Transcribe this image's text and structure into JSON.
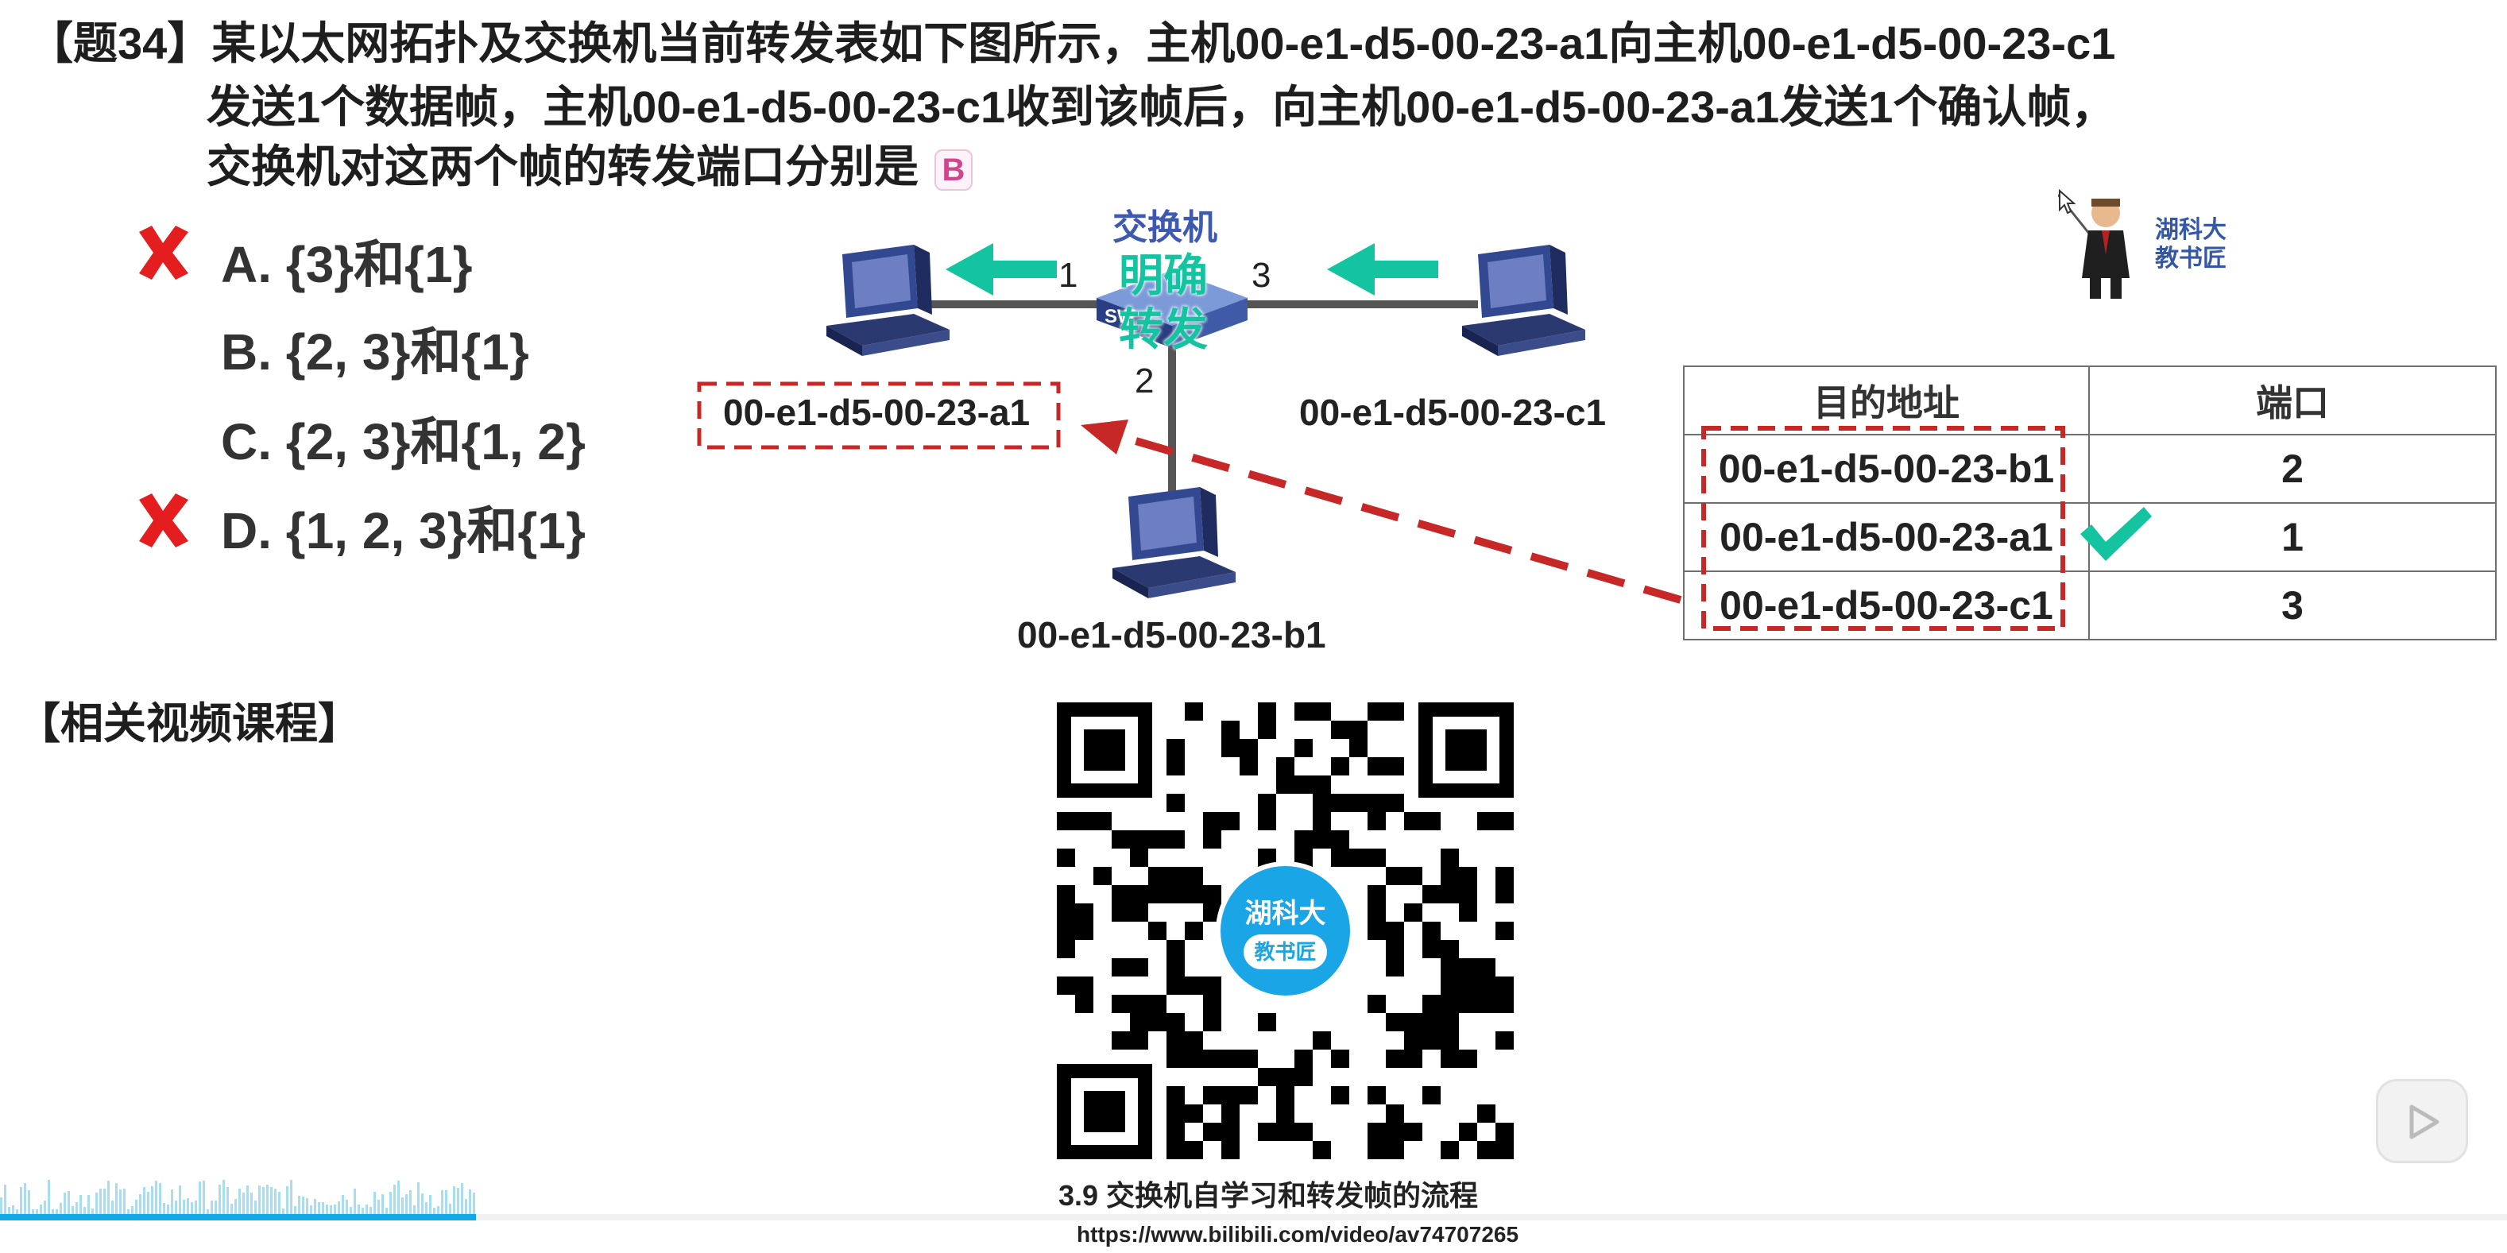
{
  "question": {
    "line1": "【题34】某以太网拓扑及交换机当前转发表如下图所示，主机00-e1-d5-00-23-a1向主机00-e1-d5-00-23-c1",
    "line2": "发送1个数据帧，主机00-e1-d5-00-23-c1收到该帧后，向主机00-e1-d5-00-23-a1发送1个确认帧，",
    "line3": "交换机对这两个帧的转发端口分别是",
    "answer": "B"
  },
  "options": [
    {
      "label": "A. {3}和{1}",
      "marked_wrong": true
    },
    {
      "label": "B. {2, 3}和{1}",
      "marked_wrong": false
    },
    {
      "label": "C. {2, 3}和{1, 2}",
      "marked_wrong": false
    },
    {
      "label": "D. {1, 2, 3}和{1}",
      "marked_wrong": true
    }
  ],
  "diagram": {
    "switch_label": "交换机",
    "switch_overlay": [
      "明确",
      "转发"
    ],
    "switch_chip": "SW",
    "port1": "1",
    "port2": "2",
    "port3": "3",
    "host_a": "00-e1-d5-00-23-a1",
    "host_b": "00-e1-d5-00-23-b1",
    "host_c": "00-e1-d5-00-23-c1",
    "arrow_color": "#14c4a0",
    "highlight_color": "#c62828"
  },
  "table": {
    "headers": [
      "目的地址",
      "端口"
    ],
    "rows": [
      {
        "addr": "00-e1-d5-00-23-b1",
        "port": "2"
      },
      {
        "addr": "00-e1-d5-00-23-a1",
        "port": "1"
      },
      {
        "addr": "00-e1-d5-00-23-c1",
        "port": "3"
      }
    ]
  },
  "logo": {
    "line1": "湖科大",
    "line2": "教书匠"
  },
  "related": {
    "title": "【相关视频课程】",
    "qr_center_line1": "湖科大",
    "qr_center_line2": "教书匠",
    "caption": "3.9 交换机自学习和转发帧的流程",
    "url": "https://www.bilibili.com/video/av74707265"
  },
  "player": {
    "play_icon": "play-icon",
    "progress": 0.19
  }
}
